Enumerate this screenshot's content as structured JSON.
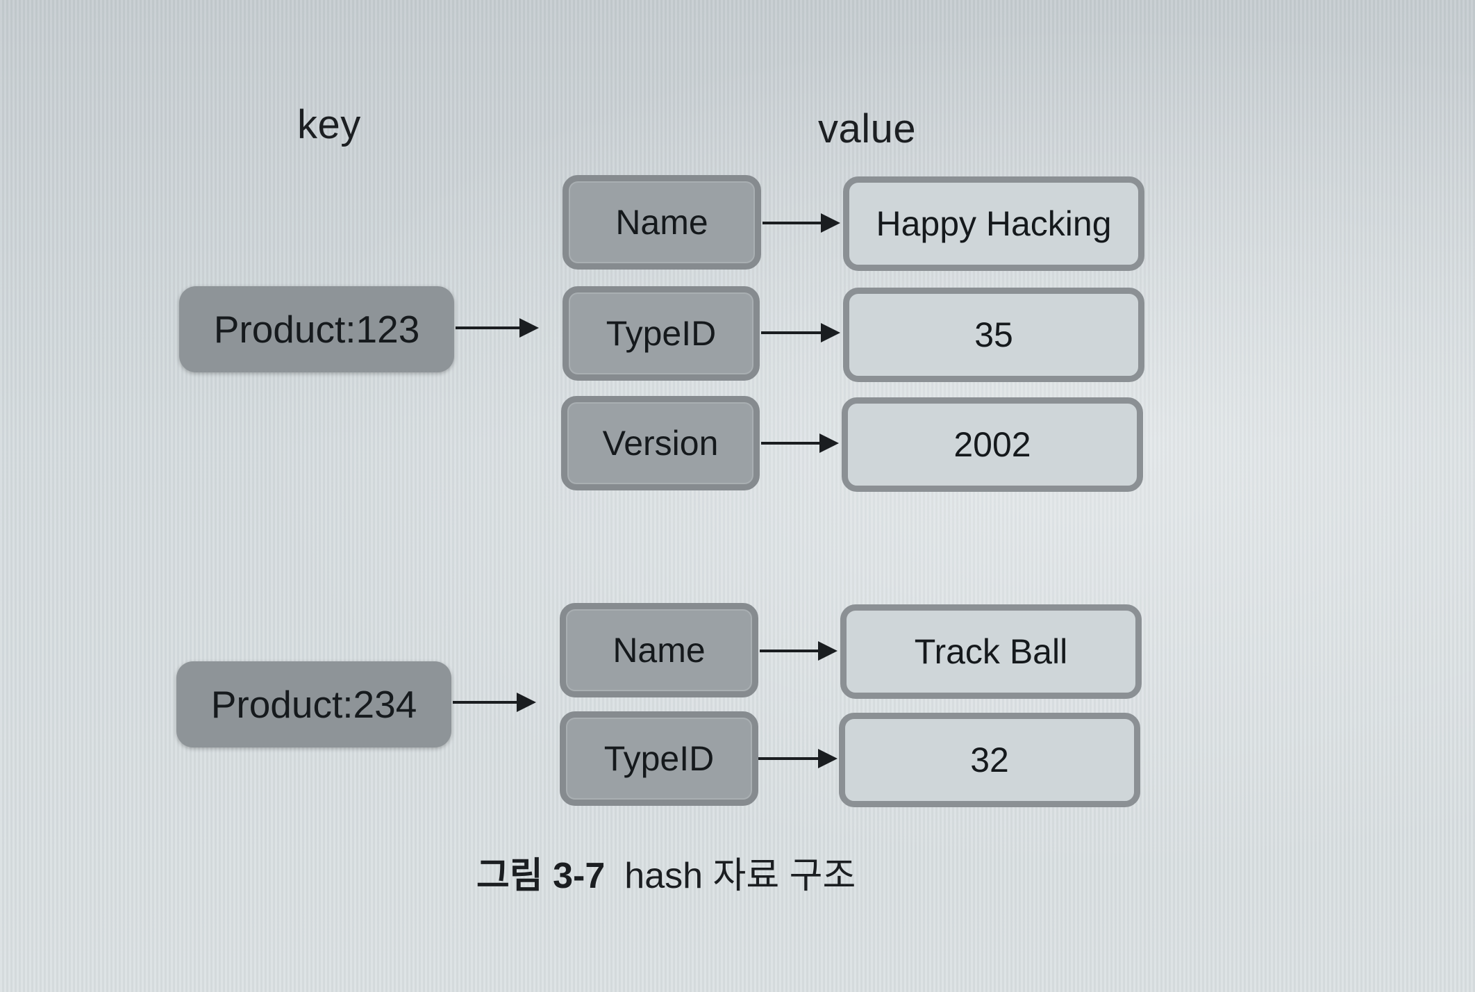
{
  "headers": {
    "key": "key",
    "value": "value"
  },
  "entries": [
    {
      "key": "Product:123",
      "fields": [
        {
          "field": "Name",
          "value": "Happy Hacking"
        },
        {
          "field": "TypeID",
          "value": "35"
        },
        {
          "field": "Version",
          "value": "2002"
        }
      ]
    },
    {
      "key": "Product:234",
      "fields": [
        {
          "field": "Name",
          "value": "Track Ball"
        },
        {
          "field": "TypeID",
          "value": "32"
        }
      ]
    }
  ],
  "caption": {
    "figure_number": "그림 3-7",
    "text": "hash 자료 구조"
  }
}
